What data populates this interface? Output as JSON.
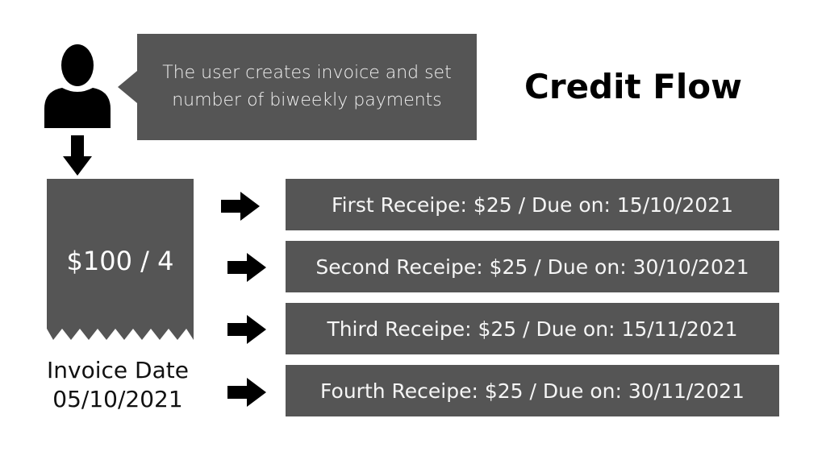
{
  "title": "Credit Flow",
  "speech_bubble": {
    "line1": "The user creates invoice and set",
    "line2": "number of biweekly payments"
  },
  "invoice": {
    "amount": "$100 / 4",
    "date_label": "Invoice Date",
    "date_value": "05/10/2021"
  },
  "receipts": [
    {
      "text": "First Receipe: $25 / Due on: 15/10/2021"
    },
    {
      "text": "Second Receipe: $25 / Due on: 30/10/2021"
    },
    {
      "text": "Third Receipe: $25 / Due on: 15/11/2021"
    },
    {
      "text": "Fourth Receipe: $25 / Due on: 30/11/2021"
    }
  ],
  "colors": {
    "box_fill": "#555555",
    "text_on_box": "#f5f5f5",
    "icon": "#000000"
  },
  "icons": [
    "user-icon",
    "arrow-down-icon",
    "arrow-right-icon"
  ]
}
